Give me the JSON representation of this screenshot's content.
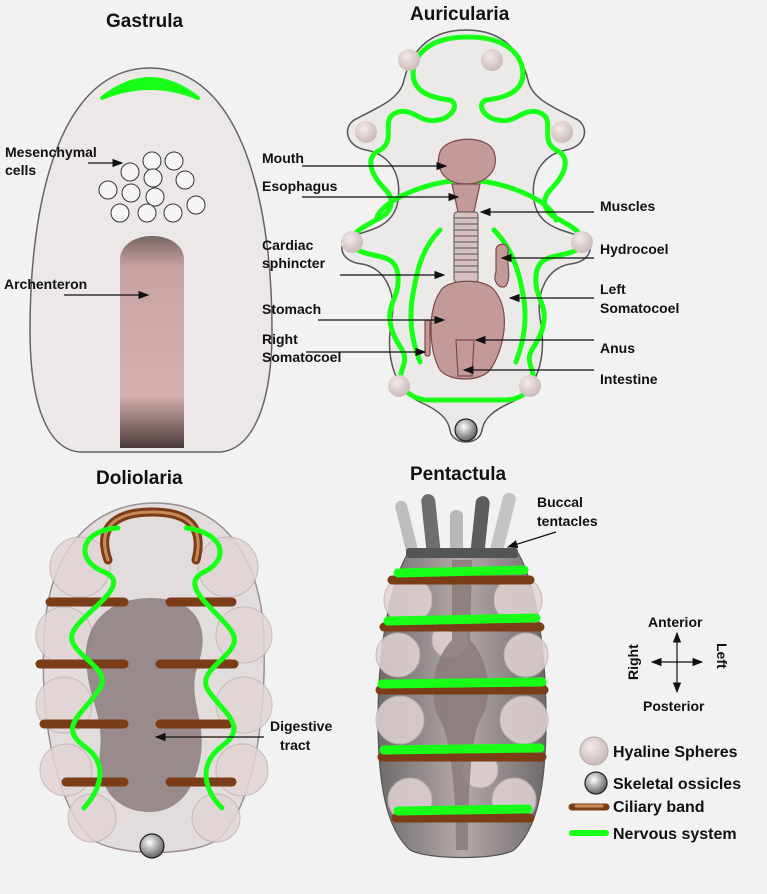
{
  "titles": {
    "gastrula": "Gastrula",
    "auricularia": "Auricularia",
    "doliolaria": "Doliolaria",
    "pentactula": "Pentactula"
  },
  "gastrula_labels": {
    "mesenchymal_line1": "Mesenchymal",
    "mesenchymal_line2": "cells",
    "archenteron": "Archenteron"
  },
  "auricularia_labels": {
    "mouth": "Mouth",
    "esophagus": "Esophagus",
    "cardiac_line1": "Cardiac",
    "cardiac_line2": "sphincter",
    "stomach": "Stomach",
    "right_somatocoel_line1": "Right",
    "right_somatocoel_line2": "Somatocoel",
    "muscles": "Muscles",
    "hydrocoel": "Hydrocoel",
    "left_somatocoel_line1": "Left",
    "left_somatocoel_line2": "Somatocoel",
    "anus": "Anus",
    "intestine": "Intestine"
  },
  "doliolaria_labels": {
    "digestive_line1": "Digestive",
    "digestive_line2": "tract"
  },
  "pentactula_labels": {
    "buccal_line1": "Buccal",
    "buccal_line2": "tentacles"
  },
  "orientation": {
    "anterior": "Anterior",
    "posterior": "Posterior",
    "right": "Right",
    "left": "Left"
  },
  "legend": [
    {
      "label": "Hyaline Spheres",
      "icon": "hyaline-sphere-icon"
    },
    {
      "label": "Skeletal ossicles",
      "icon": "skeletal-ossicle-icon"
    },
    {
      "label": "Ciliary band",
      "icon": "ciliary-band-icon"
    },
    {
      "label": "Nervous system",
      "icon": "nervous-system-icon"
    }
  ],
  "colors": {
    "nervous_system": "#18ff18",
    "ciliary_band": "#7a3d18",
    "organ": "#c49a98",
    "body": "#ece9e9"
  }
}
